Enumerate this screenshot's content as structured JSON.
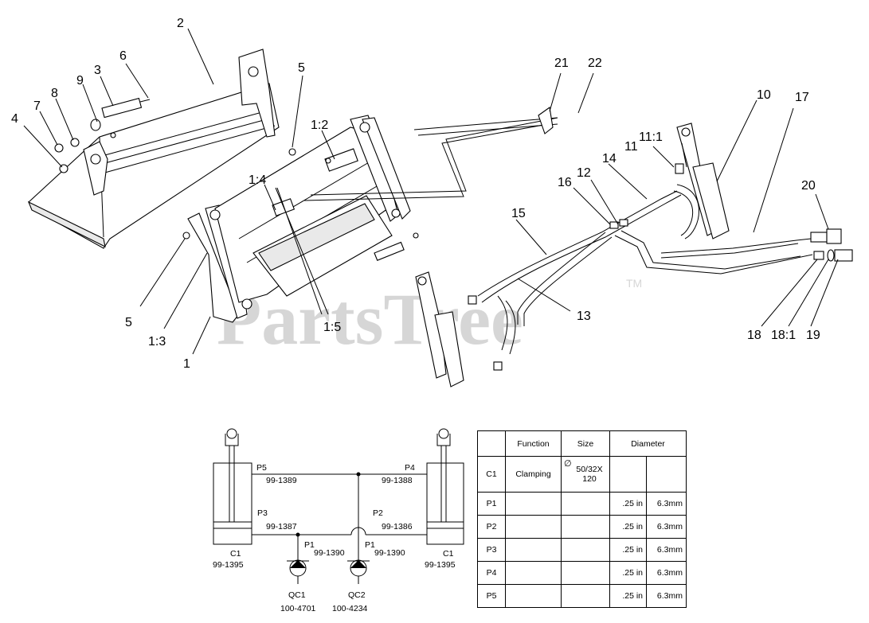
{
  "watermark": {
    "text": "PartsTree",
    "tm": "TM"
  },
  "callouts": {
    "c1": "1",
    "c1_3": "1:3",
    "c1_4": "1:4",
    "c1_2": "1:2",
    "c1_5": "1:5",
    "c2": "2",
    "c3": "3",
    "c4": "4",
    "c5a": "5",
    "c5b": "5",
    "c6": "6",
    "c7": "7",
    "c8": "8",
    "c9": "9",
    "c10": "10",
    "c11": "11",
    "c11_1": "11:1",
    "c12": "12",
    "c13": "13",
    "c14": "14",
    "c15": "15",
    "c16": "16",
    "c17": "17",
    "c18": "18",
    "c18_1": "18:1",
    "c19": "19",
    "c20": "20",
    "c21": "21",
    "c22": "22"
  },
  "schematic": {
    "p5": "P5",
    "p5_pn": "99-1389",
    "p4": "P4",
    "p4_pn": "99-1388",
    "p3": "P3",
    "p3_pn": "99-1387",
    "p2": "P2",
    "p2_pn": "99-1386",
    "p1a": "P1",
    "p1a_pn": "99-1390",
    "p1b": "P1",
    "p1b_pn": "99-1390",
    "c1_left": "C1",
    "c1_left_pn": "99-1395",
    "c1_right": "C1",
    "c1_right_pn": "99-1395",
    "qc1": "QC1",
    "qc1_pn": "100-4701",
    "qc2": "QC2",
    "qc2_pn": "100-4234"
  },
  "table": {
    "headers": {
      "function": "Function",
      "size": "Size",
      "diameter": "Diameter"
    },
    "diameter_symbol": "∅",
    "rows": [
      {
        "id": "C1",
        "function": "Clamping",
        "size": "50/32X\n120",
        "d1": "",
        "d2": ""
      },
      {
        "id": "P1",
        "function": "",
        "size": "",
        "d1": ".25 in",
        "d2": "6.3mm"
      },
      {
        "id": "P2",
        "function": "",
        "size": "",
        "d1": ".25 in",
        "d2": "6.3mm"
      },
      {
        "id": "P3",
        "function": "",
        "size": "",
        "d1": ".25 in",
        "d2": "6.3mm"
      },
      {
        "id": "P4",
        "function": "",
        "size": "",
        "d1": ".25 in",
        "d2": "6.3mm"
      },
      {
        "id": "P5",
        "function": "",
        "size": "",
        "d1": ".25 in",
        "d2": "6.3mm"
      }
    ]
  }
}
